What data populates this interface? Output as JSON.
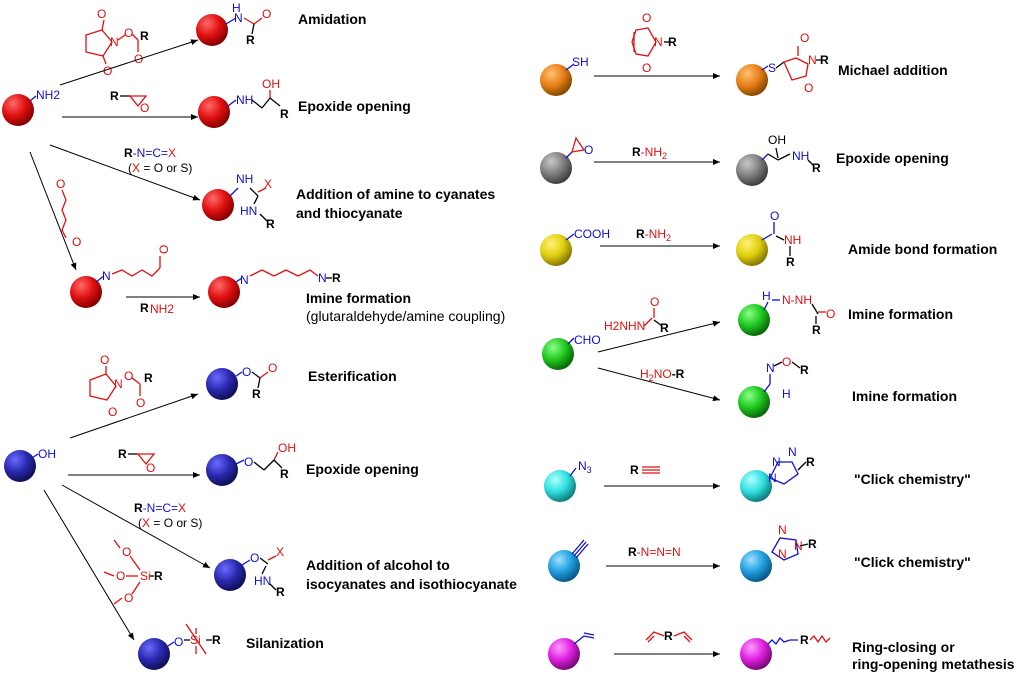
{
  "colors": {
    "amine": "#e01010",
    "hydroxyl": "#2a2ab0",
    "thiol": "#e8801a",
    "epoxide": "#808080",
    "carboxyl": "#e0d010",
    "aldehyde": "#20c820",
    "azide": "#30e0e0",
    "alkyne": "#20a0e0",
    "alkene": "#e020e0"
  },
  "reactions": {
    "amidation": "Amidation",
    "epoxide_opening_amine": "Epoxide opening",
    "amine_cyanate_1": "Addition of amine to cyanates",
    "amine_cyanate_2": "and thiocyanate",
    "imine_formation_glut": "Imine formation",
    "glut_note": "(glutaraldehyde/amine coupling)",
    "esterification": "Esterification",
    "epoxide_opening_alcohol": "Epoxide opening",
    "alcohol_iso_1": "Addition of alcohol to",
    "alcohol_iso_2": "isocyanates and isothiocyanate",
    "silanization": "Silanization",
    "michael": "Michael addition",
    "epoxide_opening_epoxy": "Epoxide opening",
    "amide_bond": "Amide bond formation",
    "imine_hydrazide": "Imine formation",
    "imine_oxime": "Imine formation",
    "click1": "\"Click chemistry\"",
    "click2": "\"Click chemistry\"",
    "metathesis_1": "Ring-closing or",
    "metathesis_2": "ring-opening metathesis"
  },
  "chem": {
    "nh2": "NH2",
    "nh": "NH",
    "h": "H",
    "oh": "OH",
    "o": "O",
    "n": "N",
    "r": "R",
    "x": "X",
    "sh": "SH",
    "s": "S",
    "cooh": "COOH",
    "cho": "CHO",
    "hn": "HN",
    "si": "Si",
    "n3": "N3",
    "cyanate_reagent": "R-N=C=X",
    "x_note": "(X = O or S)",
    "r_nh2": "R-NH2",
    "hydrazide": "H2NHN",
    "h2no": "H2NO-R",
    "azide_reagent": "R-N=N=N",
    "nh_nh": "N-NH"
  }
}
